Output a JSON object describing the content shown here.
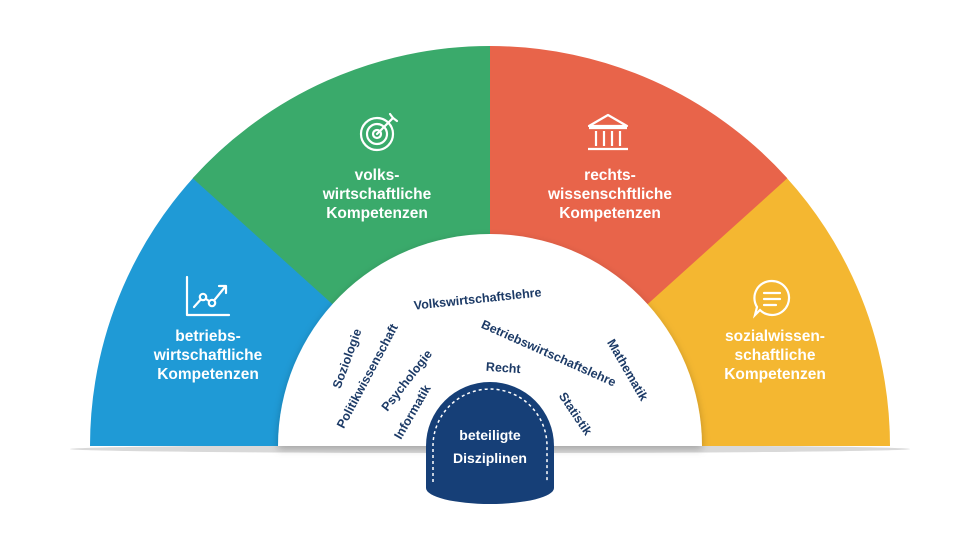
{
  "segments": [
    {
      "id": "betriebswirtschaftlich",
      "icon": "line-chart-icon",
      "color": "#1f9ad6",
      "title_lines": [
        "betriebs-",
        "wirtschaftliche",
        "Kompetenzen"
      ]
    },
    {
      "id": "volkswirtschaftlich",
      "icon": "target-icon",
      "color": "#3aaa6b",
      "title_lines": [
        "volks-",
        "wirtschaftliche",
        "Kompetenzen"
      ]
    },
    {
      "id": "rechtswissenschaftlich",
      "icon": "courthouse-icon",
      "color": "#e8644a",
      "title_lines": [
        "rechts-",
        "wissenschftliche",
        "Kompetenzen"
      ]
    },
    {
      "id": "sozialwissenschaftlich",
      "icon": "speech-bubble-icon",
      "color": "#f4b731",
      "title_lines": [
        "sozialwissen-",
        "schaftliche",
        "Kompetenzen"
      ]
    }
  ],
  "center": {
    "lines": [
      "beteiligte",
      "Disziplinen"
    ],
    "color": "#163f77"
  },
  "disciplines": [
    "Soziologie",
    "Politikwissenschaft",
    "Volkswirtschaftslehre",
    "Psychologie",
    "Informatik",
    "Betriebswirtschaftslehre",
    "Recht",
    "Mathematik",
    "Statistik"
  ]
}
